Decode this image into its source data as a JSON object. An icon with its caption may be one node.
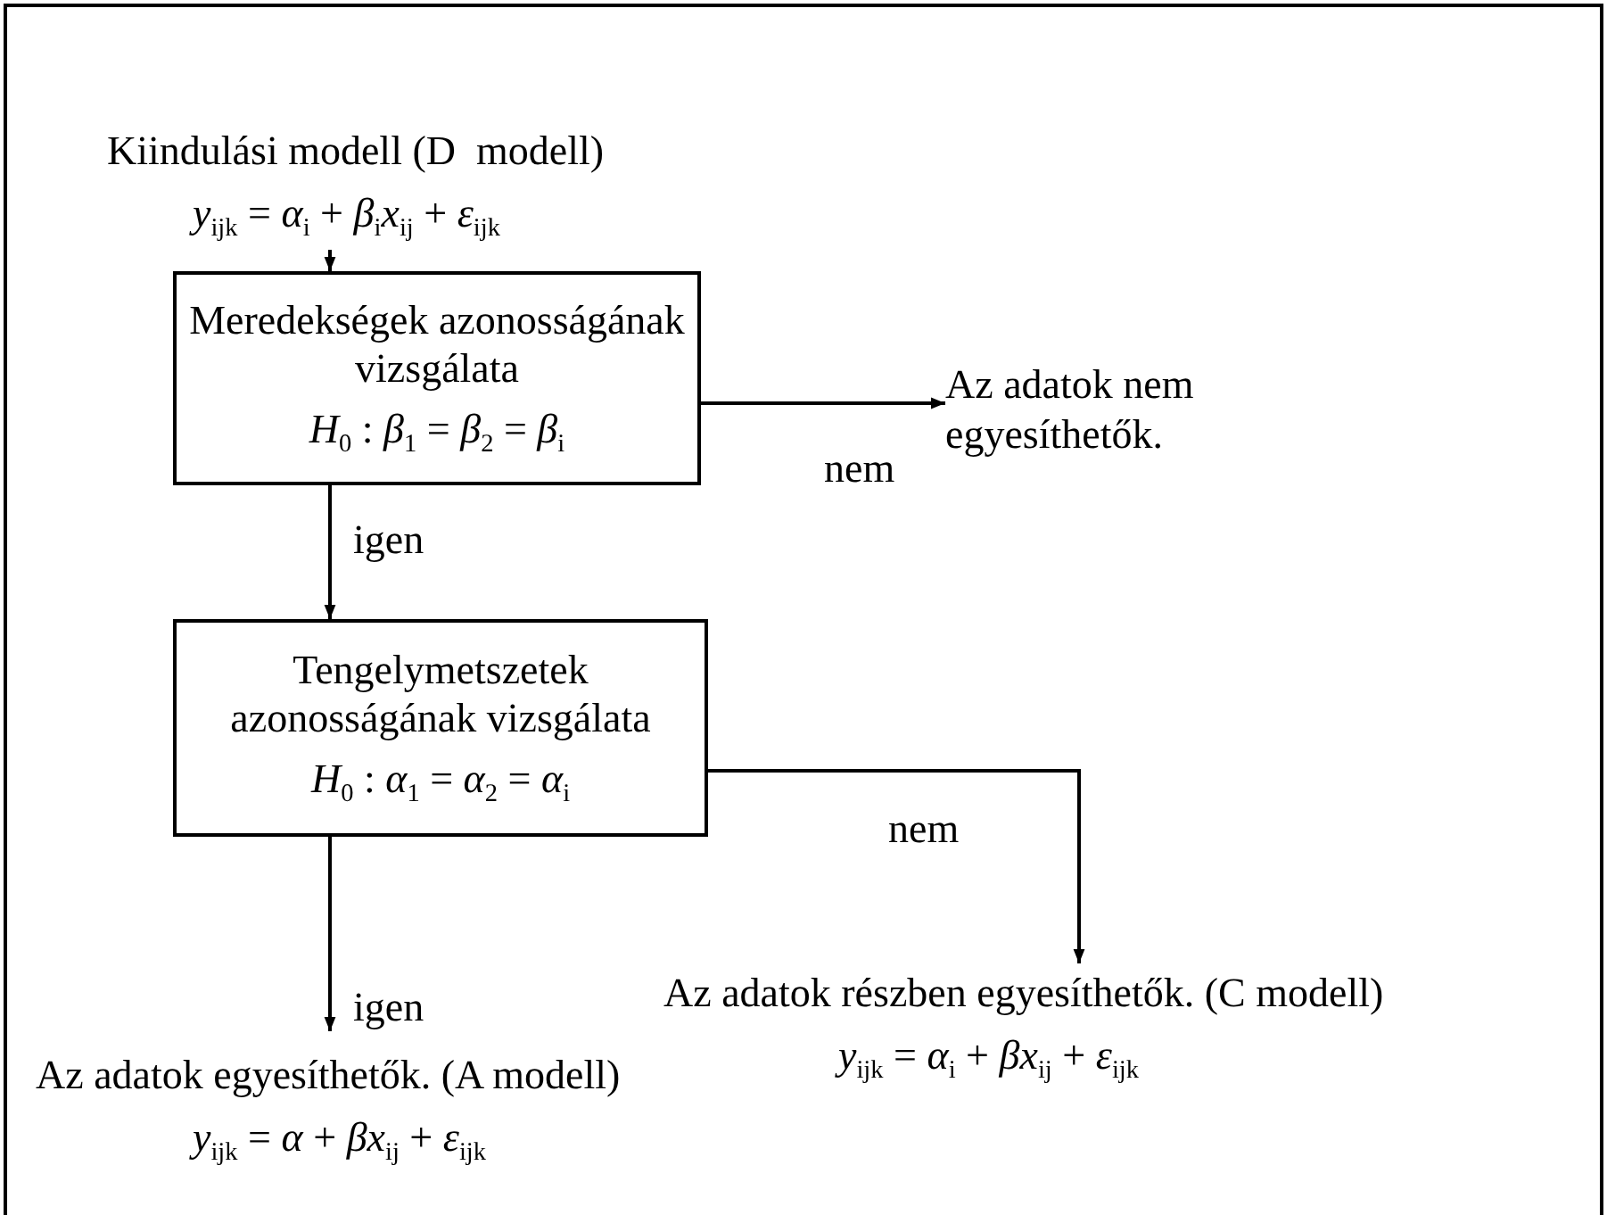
{
  "diagram": {
    "nodes": [
      {
        "text": [
          "Kiindulási modell (D  modell)",
          "*y*$_{ijk}$ = *α*$_{i}$ + *β*$_{i}$*x*$_{ij}$ + *ε*$_{ijk}$"
        ]
      },
      {
        "text": [
          "Meredekségek azonosságának vizsgálata",
          "*H*$_{0}$ : *β*$_{1}$ = *β*$_{2}$ = *β*$_{i}$"
        ]
      },
      {
        "text": [
          "Az adatok nem egyesíthetők."
        ]
      },
      {
        "text": [
          "Tengelymetszetek azonosságának vizsgálata",
          "*H*$_{0}$ : *α*$_{1}$ = *α*$_{2}$ = *α*$_{i}$"
        ]
      },
      {
        "text": [
          "Az adatok részben egyesíthetők. (C modell)",
          "*y*$_{ijk}$ = *α*$_{i}$ + *βx*$_{ij}$ + *ε*$_{ijk}$"
        ]
      },
      {
        "text": [
          "Az adatok egyesíthetők. (A modell)",
          "*y*$_{ijk}$ = *α* + *βx*$_{ij}$ + *ε*$_{ijk}$"
        ]
      }
    ],
    "edges": [
      {
        "from": 0,
        "to": 1,
        "arrow": "to"
      },
      {
        "from": 1,
        "to": 2,
        "arrow": "to",
        "label": "nem"
      },
      {
        "from": 1,
        "to": 3,
        "arrow": "to",
        "label": "igen"
      },
      {
        "from": 3,
        "to": 4,
        "arrow": "to",
        "label": "nem"
      },
      {
        "from": 3,
        "to": 5,
        "arrow": "to",
        "label": "igen"
      }
    ]
  }
}
